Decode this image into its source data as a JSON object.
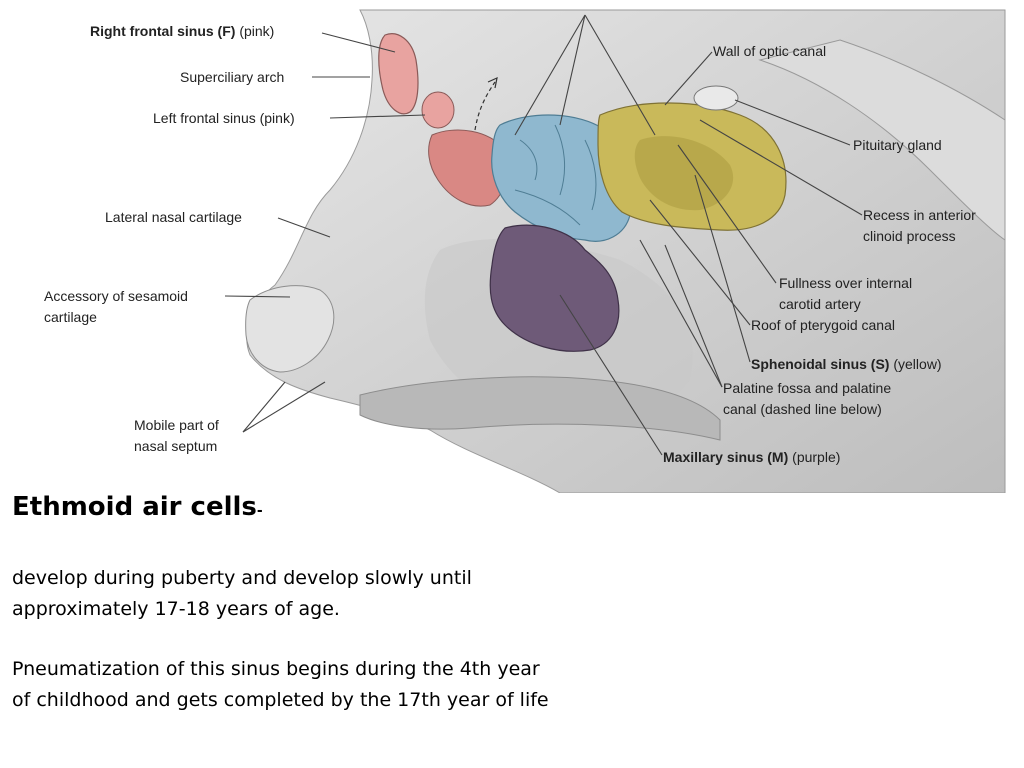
{
  "figure": {
    "labels": {
      "right_frontal_sinus": "Right frontal sinus (F)",
      "right_frontal_sinus_color": "(pink)",
      "superciliary_arch": "Superciliary arch",
      "left_frontal_sinus": "Left frontal sinus (pink)",
      "lateral_nasal_cartilage": "Lateral nasal cartilage",
      "accessory_sesamoid_1": "Accessory of sesamoid",
      "accessory_sesamoid_2": "cartilage",
      "mobile_septum_1": "Mobile part of",
      "mobile_septum_2": "nasal septum",
      "wall_optic_canal": "Wall of optic canal",
      "pituitary_gland": "Pituitary gland",
      "recess_anterior_1": "Recess in anterior",
      "recess_anterior_2": "clinoid process",
      "fullness_carotid_1": "Fullness over internal",
      "fullness_carotid_2": "carotid artery",
      "roof_pterygoid": "Roof of pterygoid canal",
      "sphenoidal_sinus": "Sphenoidal sinus (S)",
      "sphenoidal_sinus_color": "(yellow)",
      "palatine_fossa_1": "Palatine fossa and palatine",
      "palatine_fossa_2": "canal (dashed line below)",
      "maxillary_sinus": "Maxillary sinus (M)",
      "maxillary_sinus_color": "(purple)"
    },
    "colors": {
      "frontal_sinus": "#e8a3a0",
      "ethmoid_cells": "#8fb8cf",
      "sphenoidal_sinus": "#c9b95a",
      "maxillary_sinus": "#6e5a78",
      "bone": "#d4d4d4"
    }
  },
  "text": {
    "title": "Ethmoid air cells",
    "title_suffix": "-",
    "paragraph1": "develop during puberty and develop slowly until approximately 17-18 years of age.",
    "paragraph2": "Pneumatization of this sinus begins during the 4th year of childhood and gets completed by the 17th year of life"
  }
}
